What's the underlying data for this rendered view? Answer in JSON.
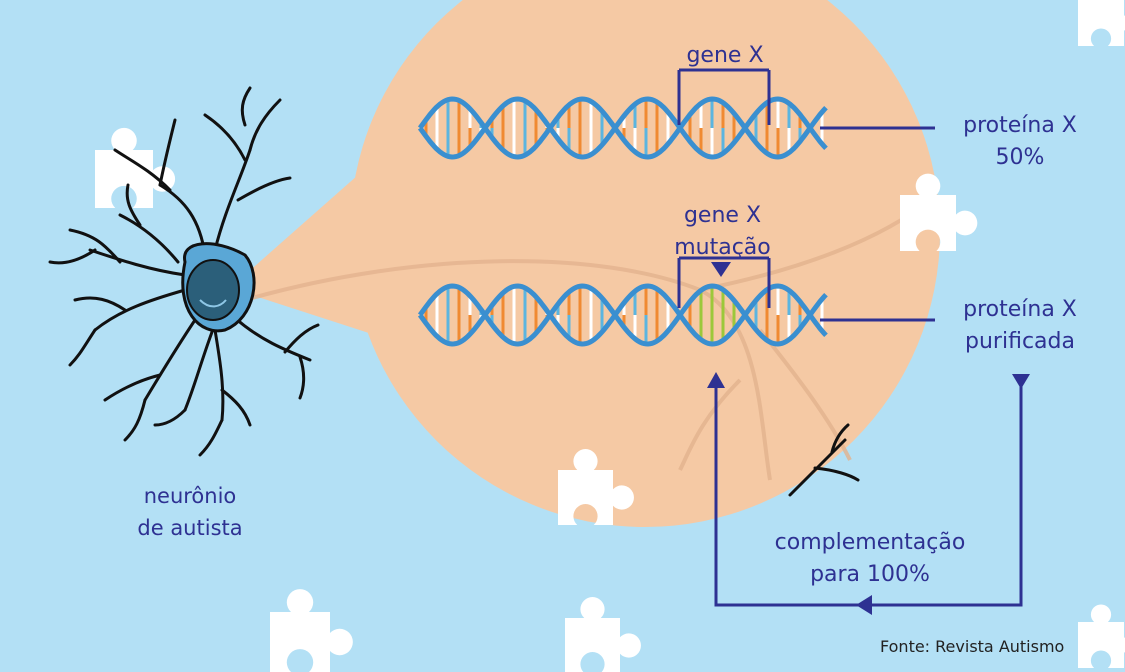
{
  "colors": {
    "background": "#b3e0f5",
    "zoom_bubble": "#f5c9a4",
    "label_text": "#2e3192",
    "dna_strand": "#3a8fd0",
    "base_orange": "#f08a32",
    "base_blue": "#5bb5e0",
    "base_white": "#ffffff",
    "mutation_green": "#9cc83a",
    "neuron_outline": "#111111",
    "nucleus": "#2b5f7a",
    "puzzle_piece": "#ffffff"
  },
  "icons": [
    "neuron-illustration",
    "dna-double-helix",
    "puzzle-piece-icon",
    "arrow-down-icon",
    "arrow-up-icon",
    "arrow-left-icon"
  ],
  "labels": {
    "gene_x_top": "gene X",
    "gene_x_mut_line1": "gene X",
    "gene_x_mut_line2": "mutação",
    "protein_top_line1": "proteína X",
    "protein_top_line2": "50%",
    "protein_bottom_line1": "proteína X",
    "protein_bottom_line2": "purificada",
    "complement_line1": "complementação",
    "complement_line2": "para 100%",
    "neuron_line1": "neurônio",
    "neuron_line2": "de autista",
    "source": "Fonte: Revista Autismo"
  }
}
